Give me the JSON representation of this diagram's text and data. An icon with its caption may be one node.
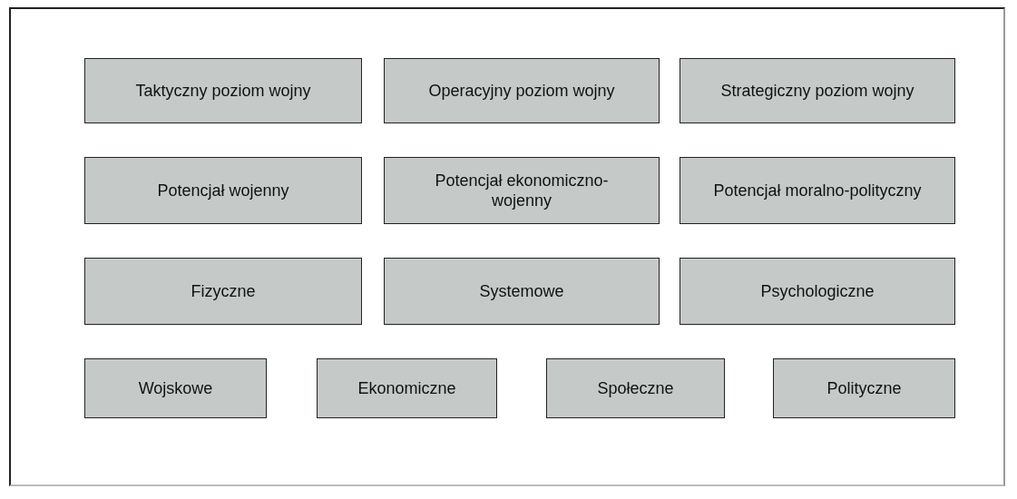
{
  "diagram": {
    "nodes": [
      {
        "text": [
          "Taktyczny poziom wojny"
        ]
      },
      {
        "text": [
          "Operacyjny poziom wojny"
        ]
      },
      {
        "text": [
          "Strategiczny poziom wojny"
        ]
      },
      {
        "text": [
          "Potencjał wojenny"
        ]
      },
      {
        "text": [
          "Potencjał ekonomiczno-wojenny"
        ]
      },
      {
        "text": [
          "Potencjał moralno-polityczny"
        ]
      },
      {
        "text": [
          "Fizyczne"
        ]
      },
      {
        "text": [
          "Systemowe"
        ]
      },
      {
        "text": [
          "Psychologiczne"
        ]
      },
      {
        "text": [
          "Wojskowe"
        ]
      },
      {
        "text": [
          "Ekonomiczne"
        ]
      },
      {
        "text": [
          "Społeczne"
        ]
      },
      {
        "text": [
          "Polityczne"
        ]
      }
    ]
  }
}
